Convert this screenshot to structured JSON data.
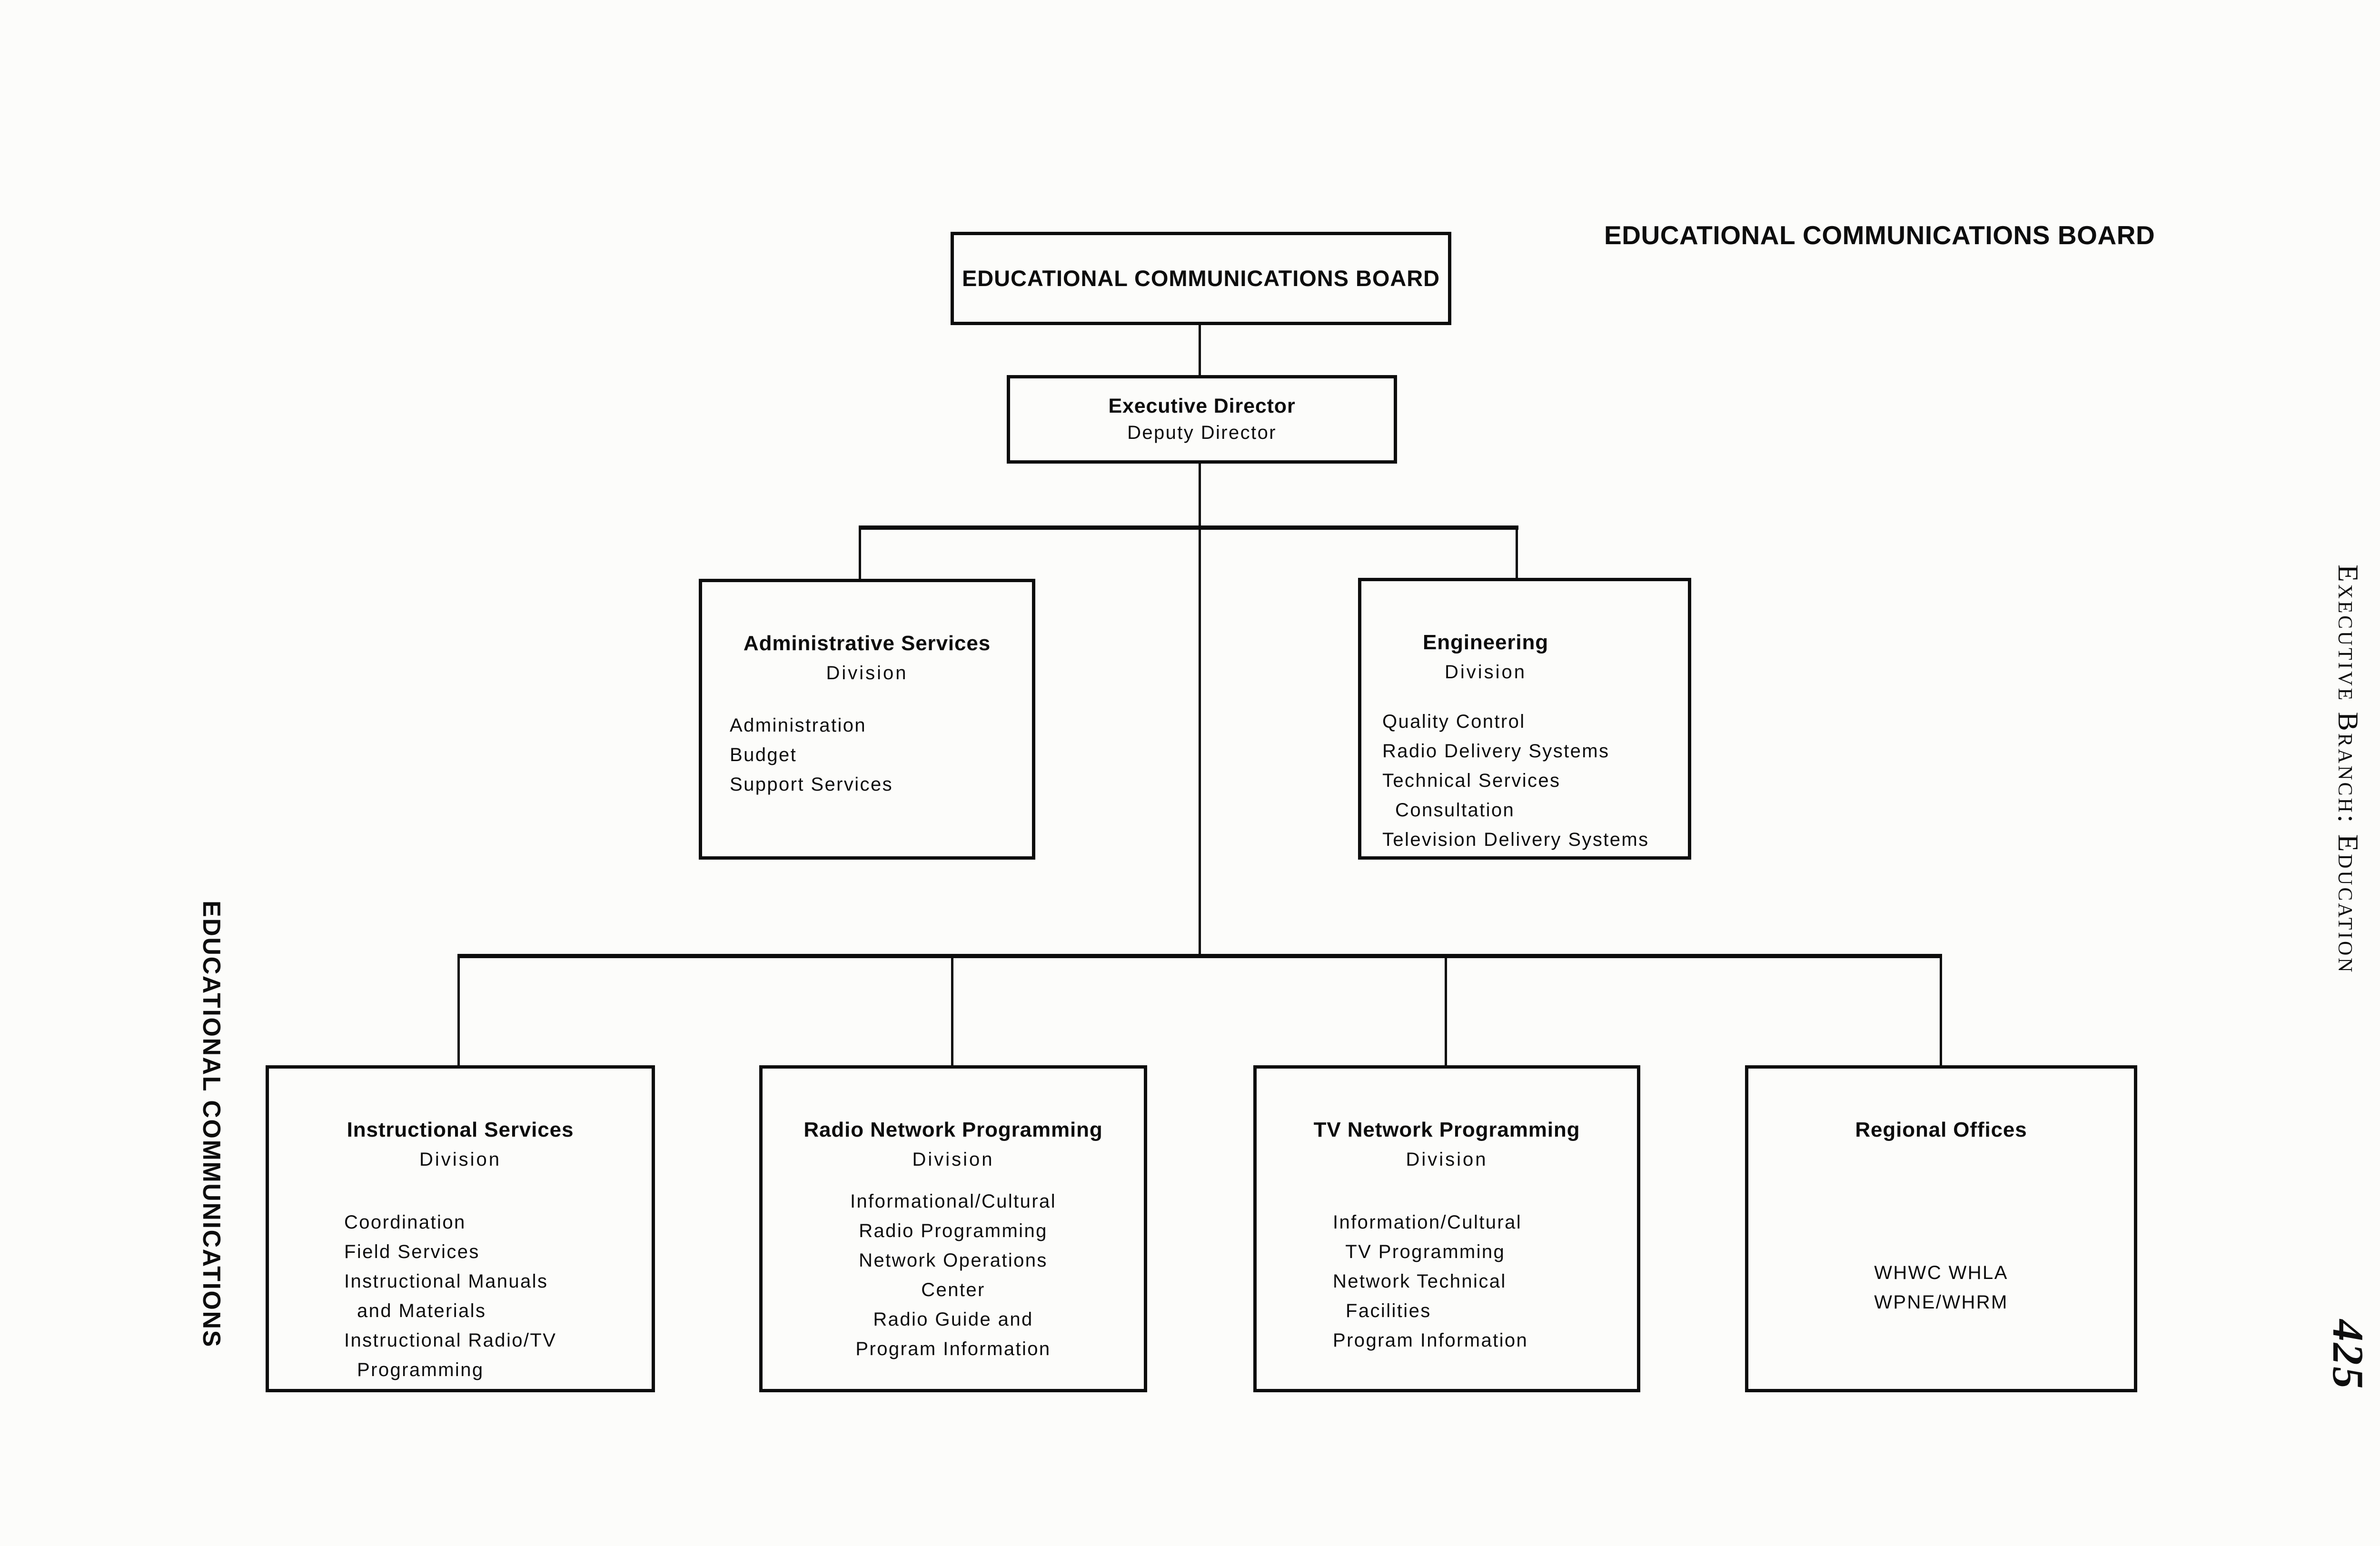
{
  "page": {
    "header": "EDUCATIONAL COMMUNICATIONS BOARD",
    "side_label_left": "EDUCATIONAL COMMUNICATIONS",
    "side_label_right": "Executive Branch: Education",
    "page_number": "425"
  },
  "chart": {
    "root": {
      "title": "EDUCATIONAL COMMUNICATIONS BOARD"
    },
    "executive": {
      "title": "Executive Director",
      "subtitle": "Deputy Director"
    },
    "divisions": {
      "administrative": {
        "title": "Administrative Services",
        "subtitle": "Division",
        "items": [
          "Administration",
          "Budget",
          "Support Services"
        ]
      },
      "engineering": {
        "title": "Engineering",
        "subtitle": "Division",
        "items": [
          "Quality Control",
          "Radio Delivery Systems",
          "Technical Services",
          "  Consultation",
          "Television Delivery Systems"
        ]
      },
      "instructional": {
        "title": "Instructional Services",
        "subtitle": "Division",
        "items": [
          "Coordination",
          "Field Services",
          "Instructional Manuals",
          "  and Materials",
          "Instructional Radio/TV",
          "  Programming"
        ]
      },
      "radio": {
        "title": "Radio Network Programming",
        "subtitle": "Division",
        "items": [
          "Informational/Cultural",
          "Radio Programming",
          "Network Operations",
          "Center",
          "Radio Guide and",
          "Program Information"
        ]
      },
      "tv": {
        "title": "TV Network Programming",
        "subtitle": "Division",
        "items": [
          "Information/Cultural",
          "  TV Programming",
          "Network Technical",
          "  Facilities",
          "Program Information"
        ]
      },
      "regional": {
        "title": "Regional Offices",
        "items": [
          "WHWC WHLA",
          "WPNE/WHRM"
        ]
      }
    }
  }
}
